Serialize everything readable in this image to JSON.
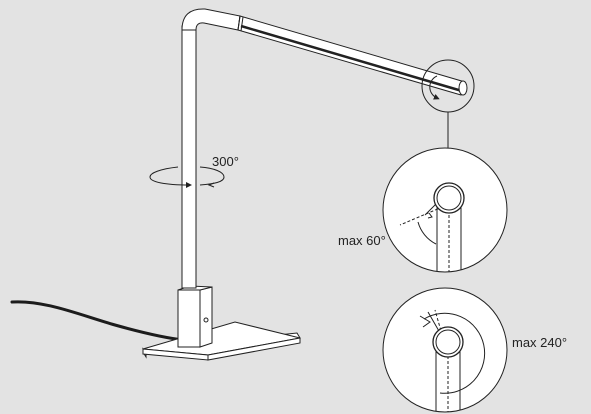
{
  "diagram": {
    "labels": {
      "base_rotation": "300°",
      "tilt_max": "max 60°",
      "head_rotation_max": "max 240°"
    },
    "colors": {
      "background": "#e3e3e3",
      "line": "#222222",
      "fill": "#ffffff",
      "cable": "#1c1c1c"
    }
  }
}
